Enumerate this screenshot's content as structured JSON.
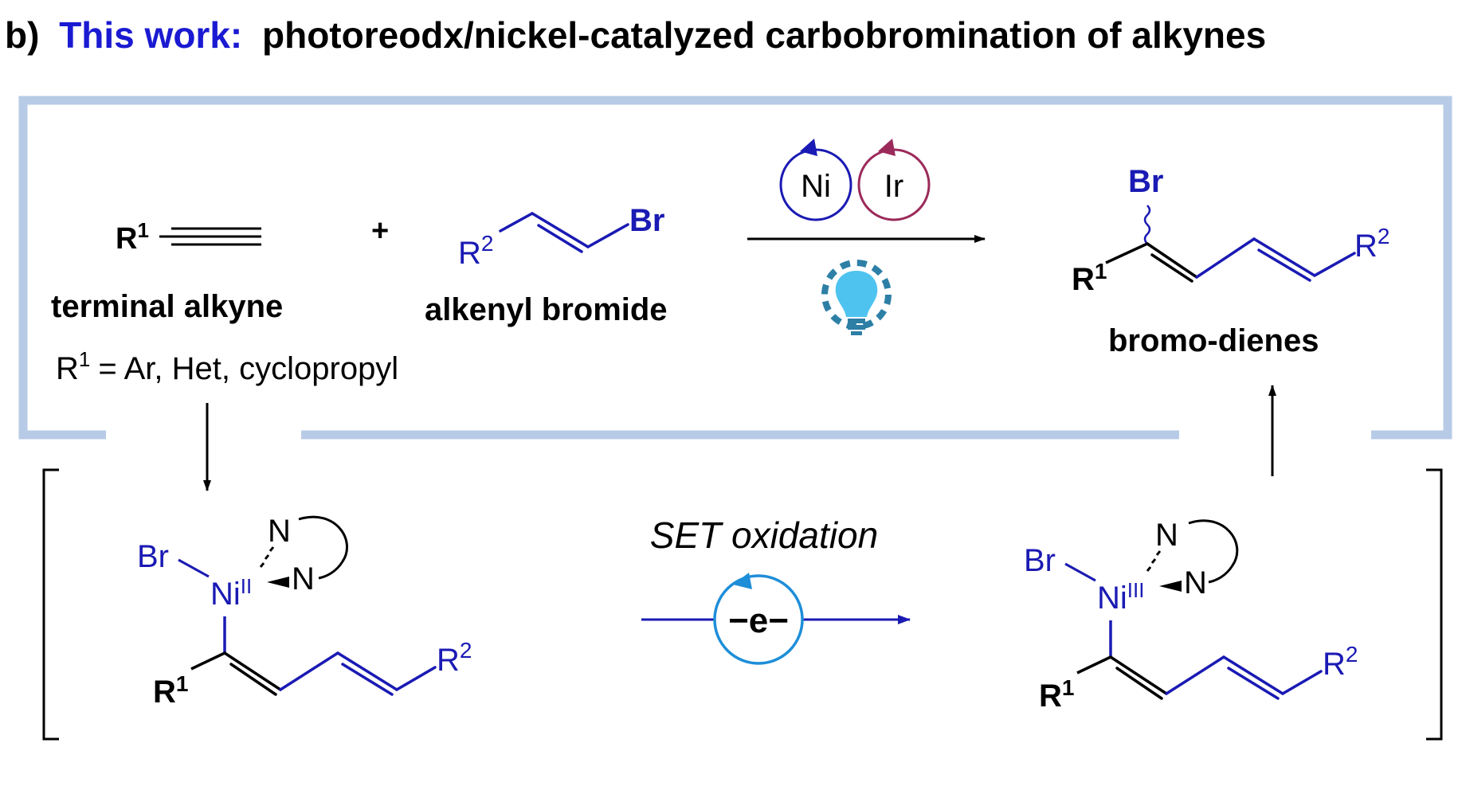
{
  "title": {
    "prefix": "b)",
    "highlight": "This work:",
    "rest": "photoreodx/nickel-catalyzed carbobromination of alkynes"
  },
  "reactant1": {
    "r_symbol": "R",
    "r_sup": "1",
    "label": "terminal alkyne",
    "scope_r": "R",
    "scope_sup": "1",
    "scope_rest": "= Ar, Het, cyclopropyl"
  },
  "plus": "+",
  "reactant2": {
    "r_symbol": "R",
    "r_sup": "2",
    "br": "Br",
    "label": "alkenyl bromide"
  },
  "catalysts": {
    "ni": "Ni",
    "ir": "Ir"
  },
  "product": {
    "br": "Br",
    "r1": "R",
    "r1_sup": "1",
    "r2": "R",
    "r2_sup": "2",
    "label": "bromo-dienes"
  },
  "intermediate_left": {
    "br": "Br",
    "ni": "Ni",
    "ox": "II",
    "n_top": "N",
    "n_right": "N",
    "r1": "R",
    "r1_sup": "1",
    "r2": "R",
    "r2_sup": "2"
  },
  "set_step": {
    "label": "SET oxidation",
    "electron": "−e−"
  },
  "intermediate_right": {
    "br": "Br",
    "ni": "Ni",
    "ox": "III",
    "n_top": "N",
    "n_right": "N",
    "r1": "R",
    "r1_sup": "1",
    "r2": "R",
    "r2_sup": "2"
  },
  "colors": {
    "blue": "#1a1ab4",
    "title_blue": "#1a1ad2",
    "frame": "#b7cbe6",
    "purple": "#9b2a5a",
    "cyan": "#1e8ed8",
    "bulb": "#4ec3f0",
    "bulb_dash": "#2d7fa6",
    "black": "#000000"
  }
}
